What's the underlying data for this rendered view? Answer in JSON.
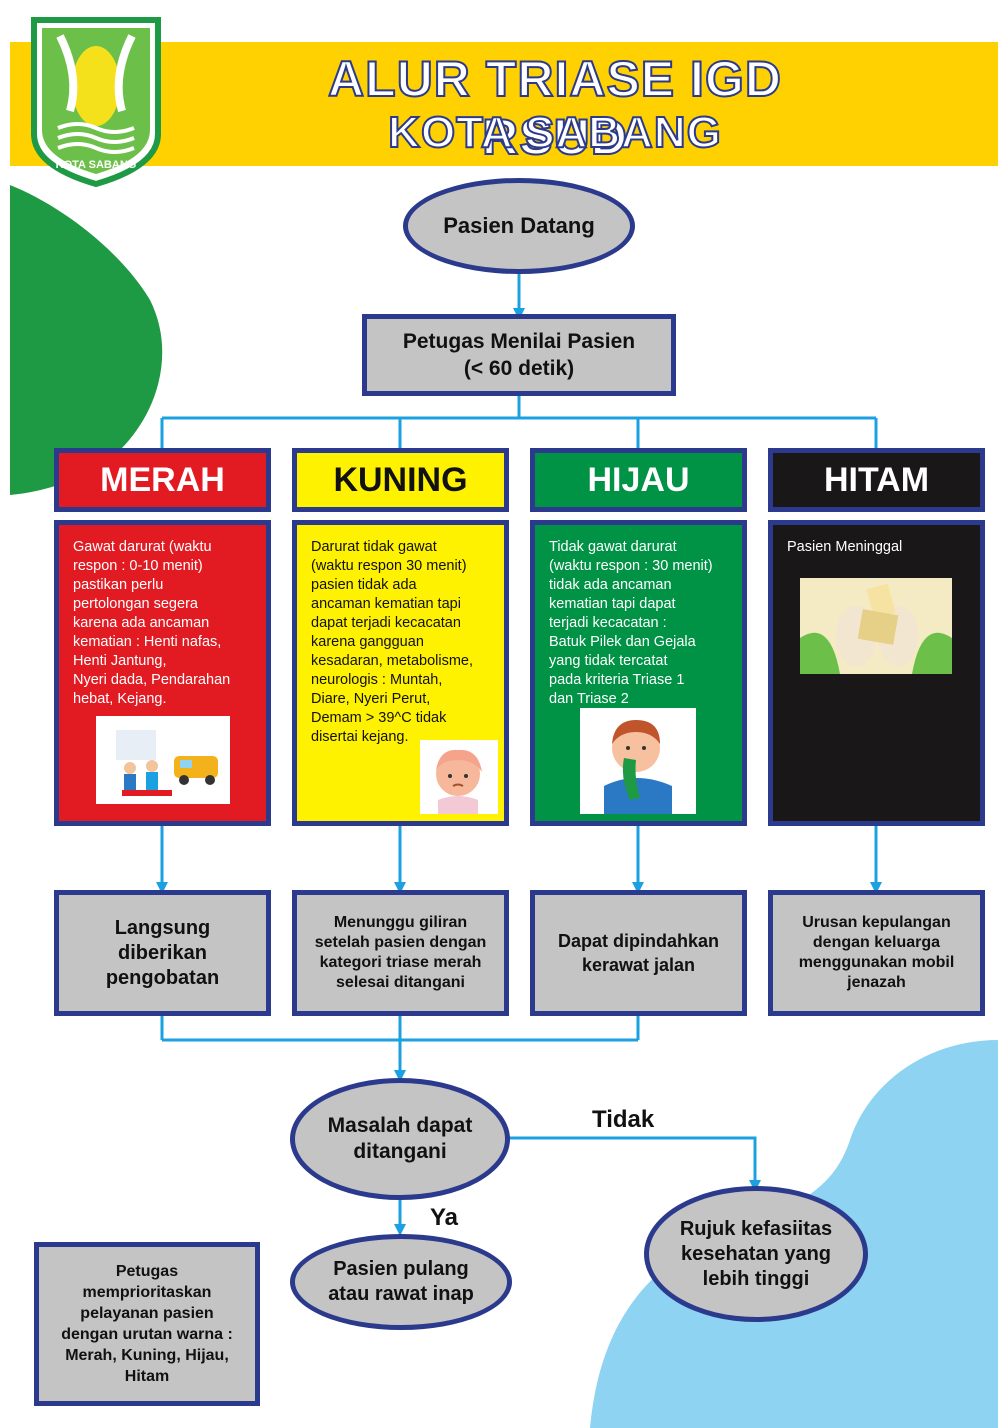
{
  "header": {
    "title_line1": "ALUR TRIASE IGD RSUD",
    "title_line2": "KOTA SABANG",
    "logo_text": "KOTA SABANG"
  },
  "flow": {
    "start": "Pasien Datang",
    "assess": "Petugas Menilai Pasien\n(< 60 detik)",
    "decision": "Masalah dapat\nditangani",
    "yes_label": "Ya",
    "no_label": "Tidak",
    "yes_result": "Pasien pulang\natau rawat inap",
    "no_result": "Rujuk kefasiitas\nkesehatan yang\nlebih tinggi"
  },
  "categories": [
    {
      "label": "MERAH",
      "color": "#e21b23",
      "text_color": "#ffffff",
      "description": "Gawat darurat (waktu\nrespon : 0-10 menit)\npastikan perlu\npertolongan segera\nkarena ada ancaman\nkematian : Henti nafas,\nHenti Jantung,\nNyeri dada, Pendarahan\nhebat, Kejang.",
      "outcome": "Langsung\ndiberikan\npengobatan",
      "illustration": "emergency-rescue-illustration"
    },
    {
      "label": "KUNING",
      "color": "#fff200",
      "text_color": "#111111",
      "description": "Darurat tidak gawat\n(waktu respon 30 menit)\npasien tidak ada\nancaman kematian tapi\ndapat terjadi kecacatan\nkarena gangguan\nkesadaran, metabolisme,\nneurologis : Muntah,\nDiare, Nyeri Perut,\nDemam > 39^C tidak\ndisertai kejang.",
      "outcome": "Menunggu giliran\nsetelah pasien dengan\nkategori triase merah\nselesai ditangani",
      "illustration": "sick-girl-illustration"
    },
    {
      "label": "HIJAU",
      "color": "#009245",
      "text_color": "#ffffff",
      "description": "Tidak gawat darurat\n(waktu respon : 30 menit)\ntidak ada ancaman\nkematian tapi dapat\nterjadi kecacatan :\nBatuk Pilek dan Gejala\nyang tidak tercatat\npada kriteria Triase 1\ndan Triase 2",
      "outcome": "Dapat dipindahkan\nkerawat jalan",
      "illustration": "sneezing-boy-illustration"
    },
    {
      "label": "HITAM",
      "color": "#1a1718",
      "text_color": "#ffffff",
      "description": "Pasien Meninggal",
      "outcome": "Urusan kepulangan\ndengan keluarga\nmenggunakan mobil\njenazah",
      "illustration": "toe-tag-feet-illustration"
    }
  ],
  "note": "Petugas\nmemprioritaskan\npelayanan pasien\ndengan urutan warna :\nMerah, Kuning, Hijau,\nHitam",
  "colors": {
    "header": "#ffd100",
    "border": "#2b3a8c",
    "arrow": "#1ba1e2",
    "box_fill": "#c4c4c4",
    "blob_green": "#1e9a45",
    "blob_blue": "#8fd3f2"
  }
}
